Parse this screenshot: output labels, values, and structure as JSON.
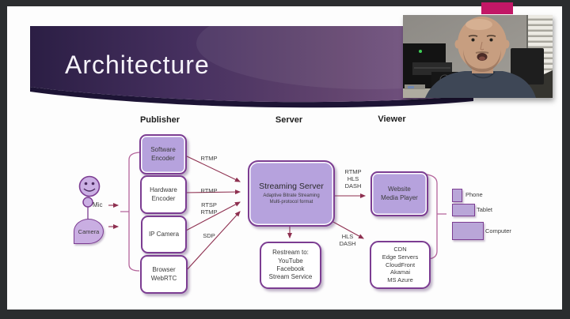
{
  "title": "Architecture",
  "columns": {
    "publisher": "Publisher",
    "server": "Server",
    "viewer": "Viewer"
  },
  "sources": {
    "mic": "Mic",
    "camera": "Camera"
  },
  "publisher_boxes": [
    {
      "label": "Software\nEncoder"
    },
    {
      "label": "Hardware\nEncoder"
    },
    {
      "label": "IP Camera"
    },
    {
      "label": "Browser\nWebRTC"
    }
  ],
  "server_box": {
    "title": "Streaming Server",
    "subtitle": "Adaptive Bitrate Streaming\nMulti-protocol format"
  },
  "restream_box": {
    "label": "Restream to:\nYouTube\nFacebook\nStream Service"
  },
  "viewer_boxes": {
    "website": "Website\nMedia Player",
    "cdn": "CDN\nEdge Servers\nCloudFront\nAkamai\nMS Azure"
  },
  "protocols": {
    "software_to_server": "RTMP",
    "hardware_to_server": "RTMP",
    "ipcamera_to_server": "RTSP\nRTMP",
    "webrtc_to_server": "SDP",
    "server_to_player": "RTMP\nHLS\nDASH",
    "server_to_cdn": "HLS\nDASH"
  },
  "devices": [
    {
      "label": "Phone"
    },
    {
      "label": "Tablet"
    },
    {
      "label": "Computer"
    }
  ],
  "colors": {
    "accent_bar": "#c21766",
    "banner_dark": "#2b1e44",
    "banner_light": "#7b5a8a",
    "box_fill": "#b6a2dd",
    "box_border": "#7c3d92",
    "arrow": "#8e3050",
    "bracket": "#b4649b"
  }
}
